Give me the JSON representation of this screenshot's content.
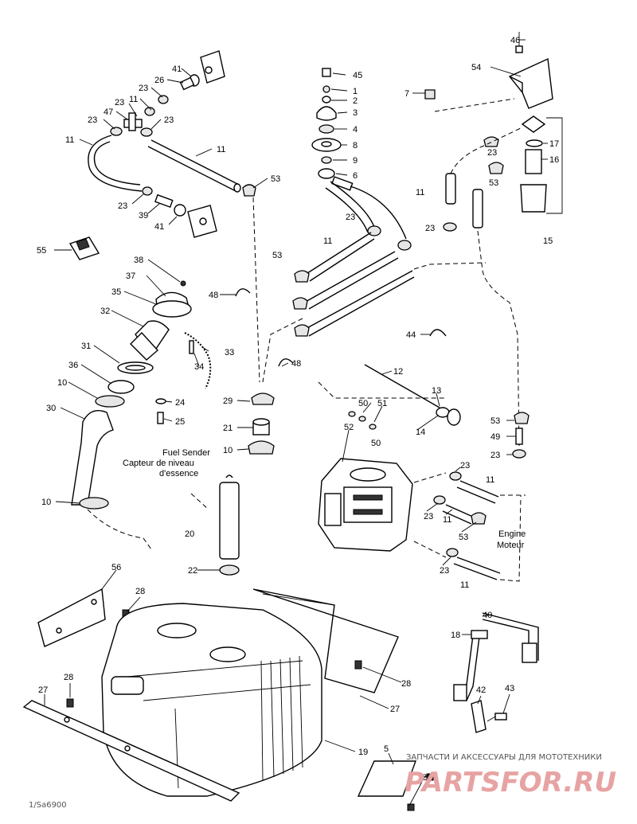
{
  "callouts": [
    "46",
    "54",
    "7",
    "41",
    "45",
    "1",
    "2",
    "3",
    "4",
    "8",
    "9",
    "6",
    "26",
    "23",
    "11",
    "47",
    "53",
    "39",
    "17",
    "16",
    "15",
    "55",
    "38",
    "37",
    "35",
    "32",
    "31",
    "36",
    "10",
    "30",
    "33",
    "34",
    "24",
    "25",
    "48",
    "44",
    "12",
    "13",
    "29",
    "21",
    "50",
    "51",
    "52",
    "14",
    "49",
    "20",
    "22",
    "56",
    "28",
    "27",
    "19",
    "5",
    "40",
    "18",
    "42",
    "43"
  ],
  "labels": {
    "fuel_sender_en": "Fuel Sender",
    "fuel_sender_fr": "Capteur de niveau",
    "fuel_sender_fr2": "d'essence",
    "engine_en": "Engine",
    "engine_fr": "Moteur"
  },
  "footer_code": "1/Sa6900",
  "watermark": {
    "tagline": "ЗАПЧАСТИ И АКСЕССУАРЫ ДЛЯ МОТОТЕХНИКИ",
    "site": "PARTSFOR.RU"
  }
}
